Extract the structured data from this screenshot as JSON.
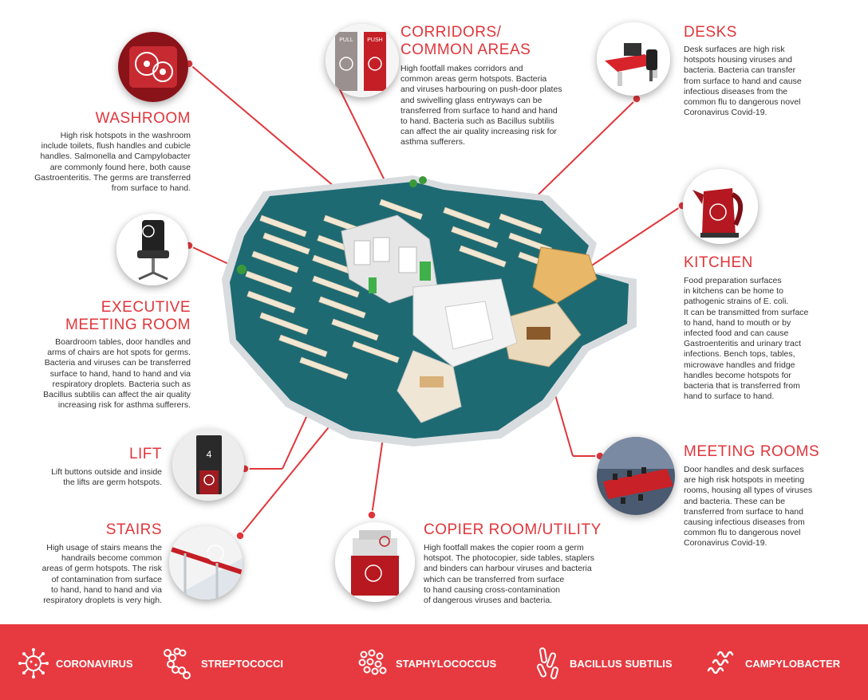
{
  "sections": {
    "washroom": {
      "title": "WASHROOM",
      "lines": [
        "High risk hotspots in the washroom",
        "include toilets, flush handles and cubicle",
        "handles. Salmonella and Campylobacter",
        "are commonly found here, both cause",
        "Gastroenteritis. The germs are transferred",
        "from surface to hand."
      ]
    },
    "corridors": {
      "title_lines": [
        "CORRIDORS/",
        "COMMON AREAS"
      ],
      "lines": [
        "High footfall makes corridors and",
        "common areas germ hotspots. Bacteria",
        "and viruses harbouring on push-door plates",
        "and swivelling glass entryways can be",
        "transferred from surface to hand and hand",
        "to hand. Bacteria such as Bacillus subtilis",
        "can affect the air quality increasing risk for",
        "asthma sufferers."
      ],
      "door_labels": [
        "PULL",
        "PUSH"
      ]
    },
    "desks": {
      "title": "DESKS",
      "lines": [
        "Desk surfaces are high risk",
        "hotspots housing viruses and",
        "bacteria. Bacteria can transfer",
        "from surface to hand and cause",
        "infectious diseases from the",
        "common flu to dangerous novel",
        "Coronavirus Covid-19."
      ]
    },
    "executive": {
      "title_lines": [
        "EXECUTIVE",
        "MEETING ROOM"
      ],
      "lines": [
        "Boardroom tables, door handles and",
        "arms of chairs are hot spots for germs.",
        "Bacteria and viruses can be transferred",
        "surface to hand, hand to hand and via",
        "respiratory droplets. Bacteria such as",
        "Bacillus subtilis can affect the air quality",
        "increasing risk for asthma sufferers."
      ]
    },
    "kitchen": {
      "title": "KITCHEN",
      "lines": [
        "Food preparation surfaces",
        "in kitchens can be home to",
        "pathogenic strains of E. coli.",
        "It can be transmitted from surface",
        "to hand, hand to mouth or by",
        "infected food and can cause",
        "Gastroenteritis and urinary tract",
        "infections. Bench tops, tables,",
        "microwave handles and fridge",
        "handles become hotspots for",
        "bacteria that is transferred from",
        "hand to surface to hand."
      ]
    },
    "lift": {
      "title": "LIFT",
      "lines": [
        "Lift buttons outside and inside",
        "the lifts are germ hotspots."
      ],
      "floor_number": "4"
    },
    "meeting": {
      "title": "MEETING ROOMS",
      "lines": [
        "Door handles and desk surfaces",
        "are high risk hotspots in meeting",
        "rooms, housing all types of viruses",
        "and bacteria. These can be",
        "transferred from surface to hand",
        "causing infectious diseases from",
        "common flu to dangerous novel",
        "Coronavirus Covid-19."
      ]
    },
    "stairs": {
      "title": "STAIRS",
      "lines": [
        "High usage of stairs means the",
        "handrails become common",
        "areas of germ hotspots. The risk",
        "of contamination from surface",
        "to hand, hand to hand and via",
        "respiratory droplets is very high."
      ]
    },
    "copier": {
      "title": "COPIER ROOM/UTILITY",
      "lines": [
        "High footfall makes the copier room a germ",
        "hotspot. The photocopier, side tables, staplers",
        "and binders can harbour viruses and bacteria",
        "which can be transferred from surface",
        "to hand causing cross-contamination",
        "of dangerous viruses and bacteria."
      ]
    }
  },
  "legend": [
    {
      "label": "CORONAVIRUS",
      "icon": "coronavirus-icon"
    },
    {
      "label": "STREPTOCOCCI",
      "icon": "streptococci-icon"
    },
    {
      "label": "STAPHYLOCOCCUS",
      "icon": "staphylococcus-icon"
    },
    {
      "label": "BACILLUS SUBTILIS",
      "icon": "bacillus-icon"
    },
    {
      "label": "CAMPYLOBACTER",
      "icon": "campylobacter-icon"
    }
  ],
  "colors": {
    "accent": "#e0363b",
    "footer": "#e63a40",
    "text": "#333333",
    "floor_teal": "#1f6f78",
    "floor_wood": "#e8b868"
  }
}
